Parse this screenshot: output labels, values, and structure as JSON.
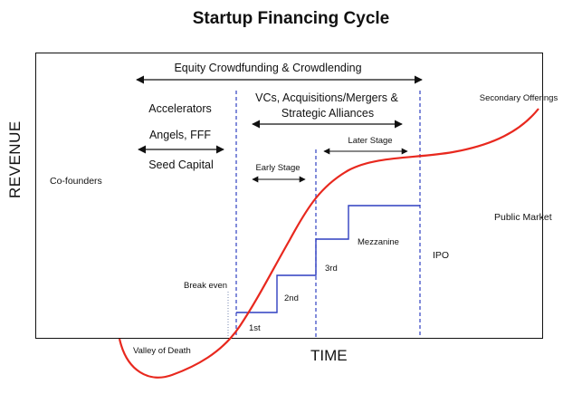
{
  "title": "Startup Financing Cycle",
  "axes": {
    "x_label": "TIME",
    "y_label": "REVENUE"
  },
  "stage_labels": {
    "equity_crowdfunding": "Equity Crowdfunding & Crowdlending",
    "accelerators": "Accelerators",
    "angels": "Angels, FFF",
    "seed_capital": "Seed Capital",
    "co_founders": "Co-founders",
    "vcs_line1": "VCs, Acquisitions/Mergers &",
    "vcs_line2": "Strategic Alliances",
    "early_stage": "Early Stage",
    "later_stage": "Later Stage",
    "secondary_offerings": "Secondary Offerings",
    "public_market": "Public Market",
    "mezzanine": "Mezzanine",
    "ipo": "IPO",
    "third": "3rd",
    "second": "2nd",
    "first": "1st",
    "break_even": "Break even",
    "valley_of_death": "Valley of Death"
  },
  "colors": {
    "curve": "#e8281e",
    "step": "#2f3fc0",
    "divider": "#2f3fc0",
    "frame": "#111111",
    "arrow": "#111111",
    "break_even_line": "#7a8ab0"
  }
}
